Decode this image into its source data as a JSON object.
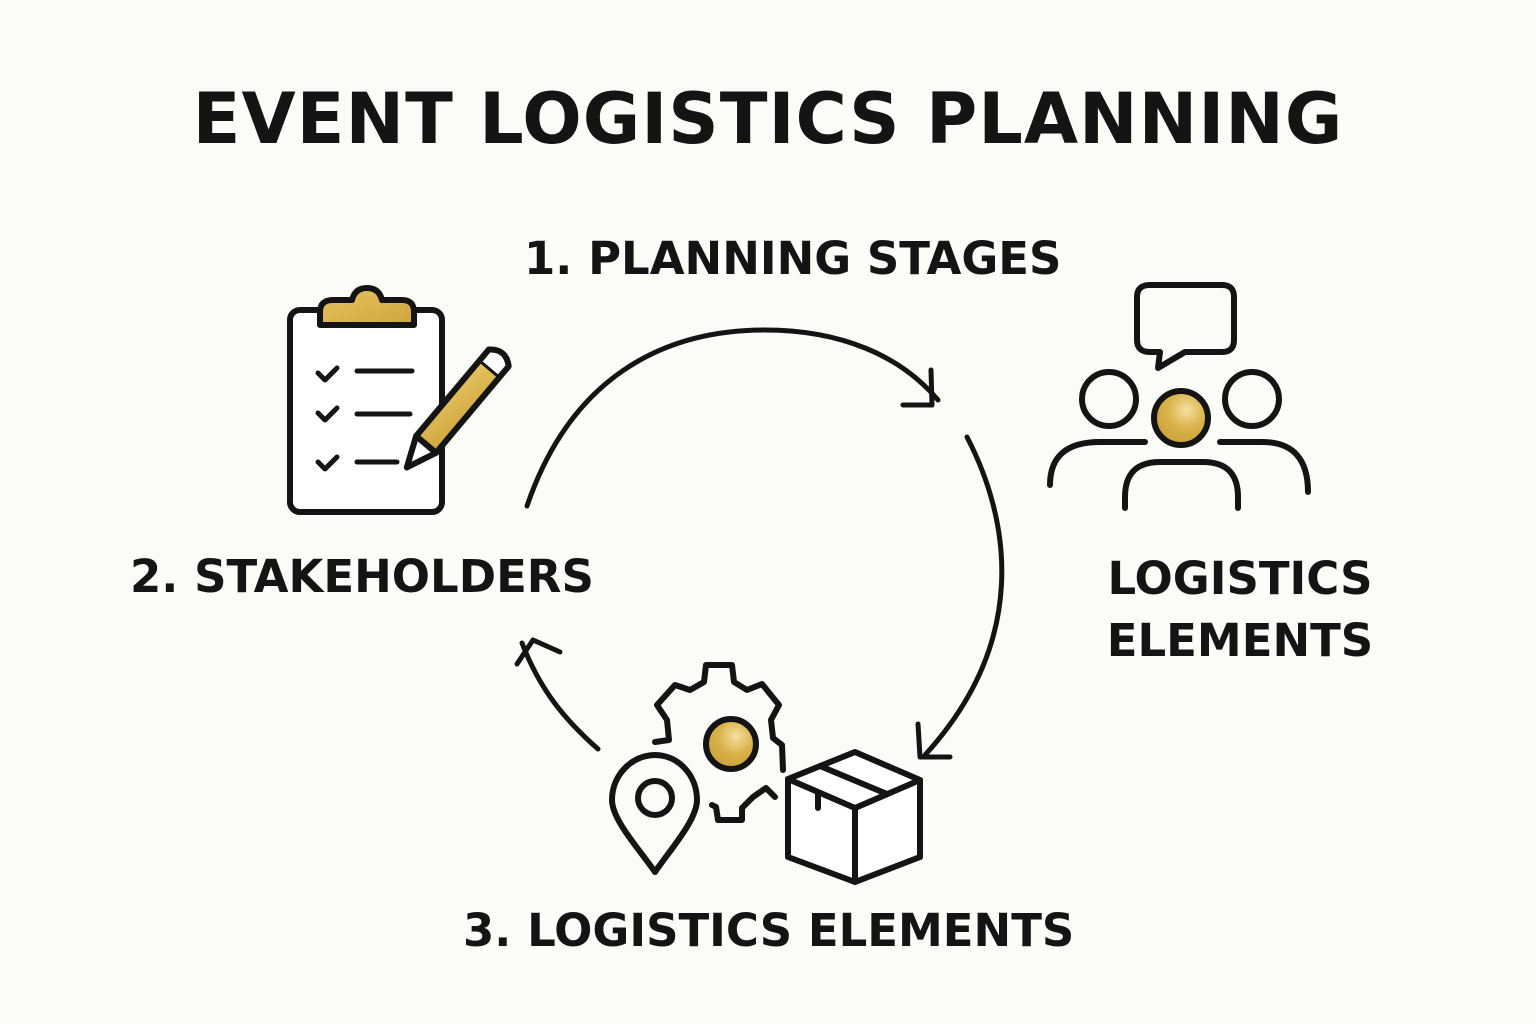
{
  "title": "EVENT LOGISTICS PLANNING",
  "labels": {
    "stage1": "1. PLANNING STAGES",
    "stage2": "2. STAKEHOLDERS",
    "stage3": "3. LOGISTICS ELEMENTS",
    "right_line1": "LOGISTICS",
    "right_line2": "ELEMENTS"
  },
  "icons": {
    "clipboard": "clipboard-checklist-pencil-icon",
    "people": "group-speech-bubble-icon",
    "logistics": "gear-pin-box-icon"
  },
  "colors": {
    "accent": "#d9b24a",
    "stroke": "#141414",
    "background": "#fbfbf8"
  }
}
